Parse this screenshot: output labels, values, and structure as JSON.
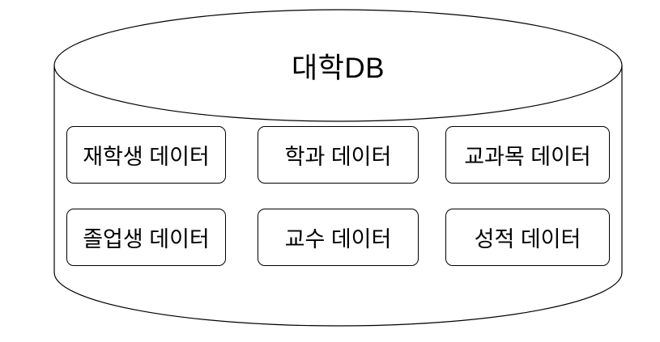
{
  "diagram": {
    "title": "대학DB",
    "boxes": [
      {
        "label": "재학생 데이터"
      },
      {
        "label": "학과 데이터"
      },
      {
        "label": "교과목 데이터"
      },
      {
        "label": "졸업생 데이터"
      },
      {
        "label": "교수 데이터"
      },
      {
        "label": "성적 데이터"
      }
    ],
    "colors": {
      "stroke": "#000000",
      "background": "#ffffff"
    }
  }
}
